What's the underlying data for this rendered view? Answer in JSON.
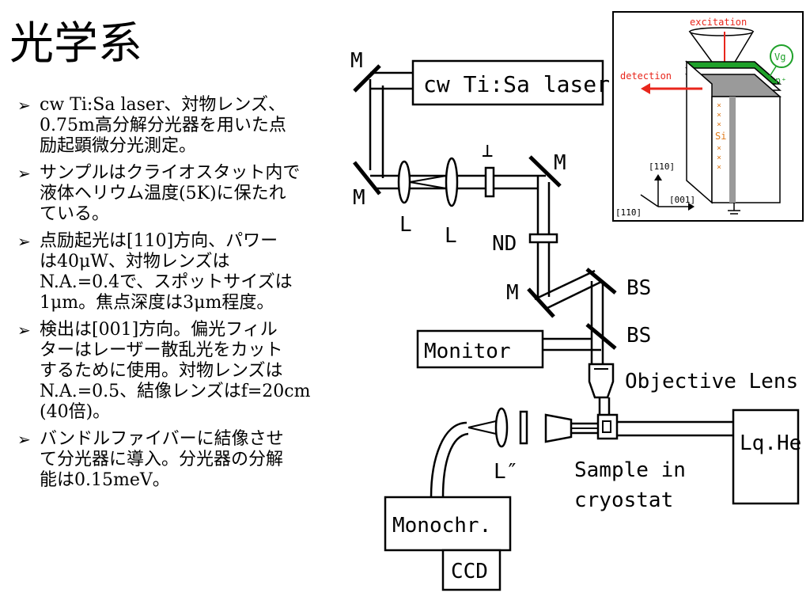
{
  "slide": {
    "title": "光学系",
    "bullets": [
      "cw Ti:Sa laser、対物レンズ、\n0.75m高分解分光器を用いた点\n励起顕微分光測定。",
      "サンプルはクライオスタット内で\n液体ヘリウム温度(5K)に保たれ\nている。",
      "点励起光は[110]方向、パワー\nは40μW、対物レンズは\nN.A.=0.4で、スポットサイズは\n1μm。焦点深度は3μm程度。",
      "検出は[001]方向。偏光フィル\nターはレーザー散乱光をカット\nするために使用。対物レンズは\nN.A.=0.5、結像レンズはf=20cm\n(40倍)。",
      "バンドルファイバーに結像させ\nて分光器に導入。分光器の分解\n能は0.15meV。"
    ],
    "bullet_icon": "arrow-bullet-icon"
  },
  "diagram": {
    "laser_label": "cw Ti:Sa laser",
    "mirror_label": "M",
    "lens_label": "L",
    "lens2_label": "L″",
    "polarizer_symbol": "⊥",
    "nd_label": "ND",
    "bs_label": "BS",
    "monitor_label": "Monitor",
    "objective_label": "Objective Lens",
    "sample_label_line1": "Sample in",
    "sample_label_line2": "cryostat",
    "lqhe_label": "Lq.He",
    "monochr_label": "Monochr.",
    "ccd_label": "CCD"
  },
  "inset": {
    "excitation_label": "excitation",
    "detection_label": "detection",
    "vg_label": "Vg",
    "nplus_label": "n⁺",
    "si_label": "Si",
    "dir_110": "[110]",
    "dir_001": "[001]",
    "dir_1bar10": "[1̄1̄0]",
    "colors": {
      "red": "#e8261c",
      "green": "#1fa12a",
      "orange": "#e07a1a",
      "gray": "#9a9a9a"
    }
  }
}
